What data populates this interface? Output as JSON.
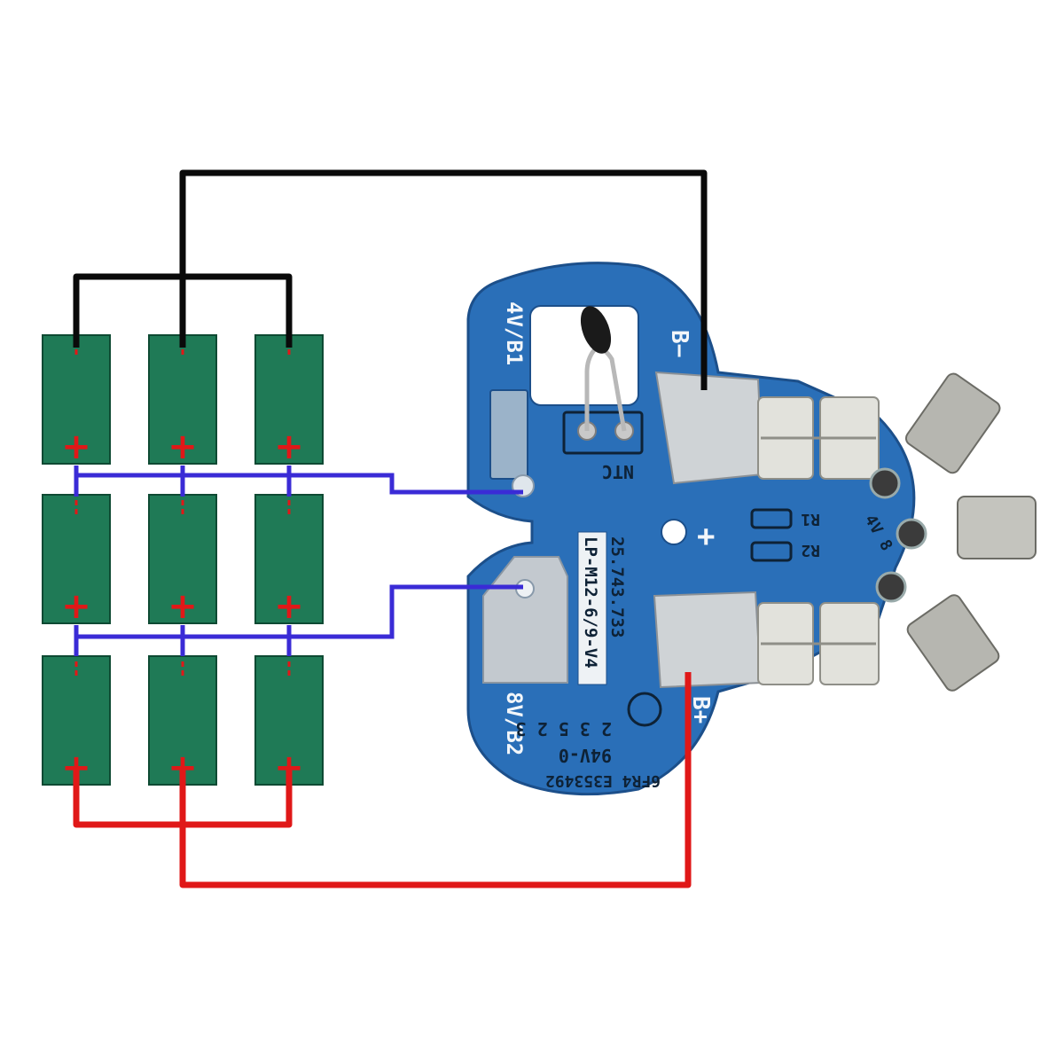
{
  "colors": {
    "cell_fill": "#1f7a56",
    "cell_stroke": "#0e4a33",
    "positive_wire": "#e01818",
    "negative_wire": "#0a0a0a",
    "balance_wire": "#3a2bd6",
    "pcb_blue": "#2a6fb8",
    "pcb_edge": "#1c4f8a",
    "background": "#ffffff"
  },
  "cells": {
    "rows": 3,
    "columns": 3,
    "positive_marker": "+"
  },
  "pcb": {
    "pad_labels": {
      "b_minus": "B−",
      "b_plus": "B+",
      "b1": "4V/B1",
      "b2": "8V/B2",
      "ntc": "NTC",
      "plus_sign": "+"
    },
    "resistors": [
      "R1",
      "R2"
    ],
    "model_label": "LP-M12-6/9-V4",
    "part_number": "25.743.733",
    "codes": "2 3 5 2 3",
    "rating": "94V-0",
    "material": "6FR4 E353492",
    "tab_label": "4V 8"
  }
}
